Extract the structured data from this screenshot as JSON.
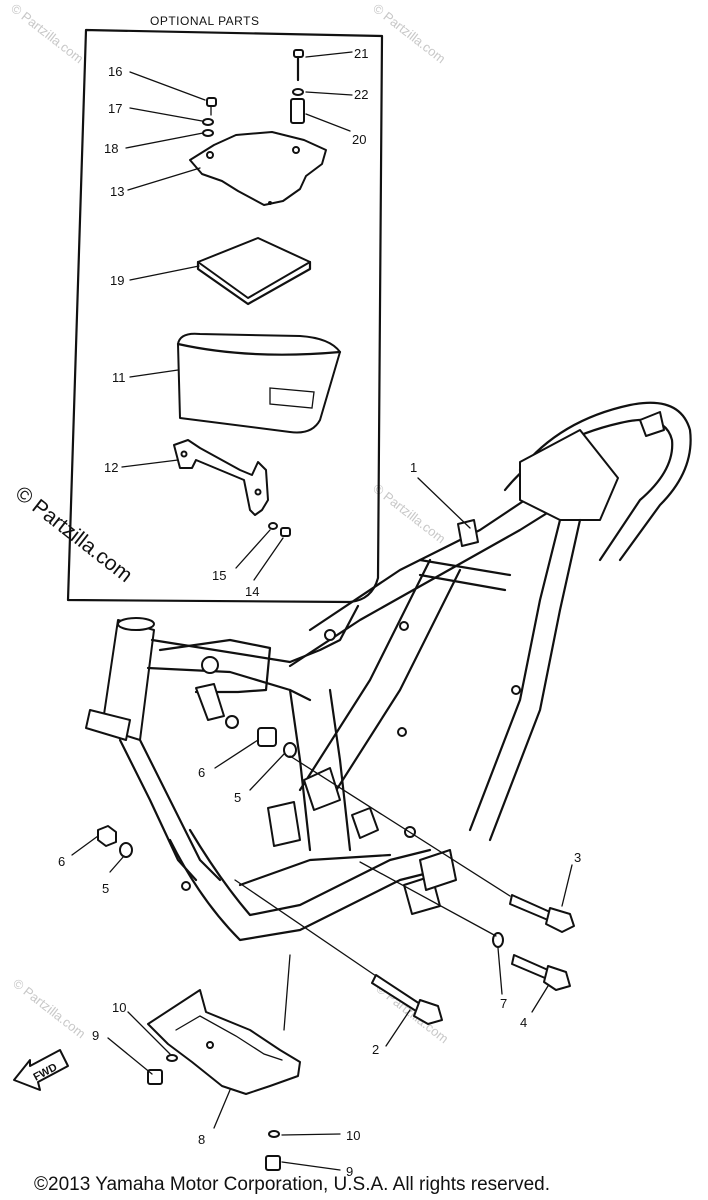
{
  "optional_parts_title": "OPTIONAL PARTS",
  "fwd_label": "FWD",
  "copyright": "©2013  Yamaha Motor Corporation, U.S.A. All rights reserved.",
  "watermark_large": "© Partzilla.com",
  "watermark_small": "© Partzilla.com",
  "callouts": {
    "c1": "1",
    "c2": "2",
    "c3": "3",
    "c4": "4",
    "c5a": "5",
    "c5b": "5",
    "c6a": "6",
    "c6b": "6",
    "c7": "7",
    "c8": "8",
    "c9a": "9",
    "c9b": "9",
    "c10a": "10",
    "c10b": "10",
    "c11": "11",
    "c12": "12",
    "c13": "13",
    "c14": "14",
    "c15": "15",
    "c16": "16",
    "c17": "17",
    "c18": "18",
    "c19": "19",
    "c20": "20",
    "c21": "21",
    "c22": "22"
  }
}
